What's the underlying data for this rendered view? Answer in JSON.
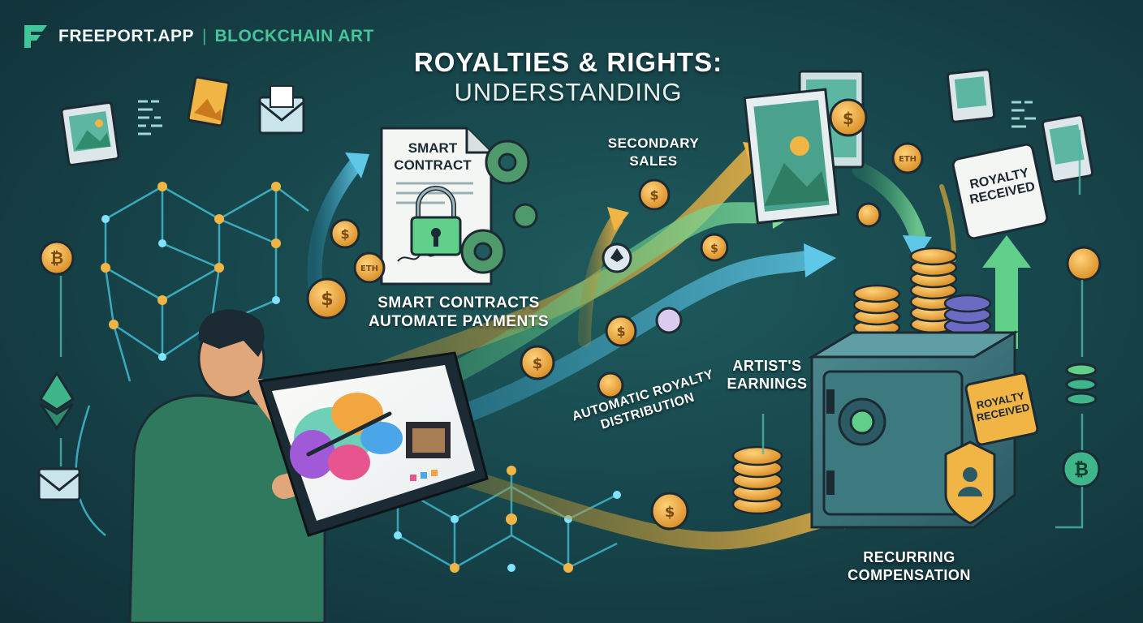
{
  "brand": {
    "name": "FREEPORT.APP",
    "separator": "|",
    "tagline": "BLOCKCHAIN ART"
  },
  "title": {
    "line1": "ROYALTIES & RIGHTS:",
    "line2": "UNDERSTANDING"
  },
  "smart_contract_document": {
    "heading": "SMART CONTRACT"
  },
  "labels": {
    "smart_contracts": "SMART CONTRACTS AUTOMATE PAYMENTS",
    "secondary_sales": "SECONDARY SALES",
    "artists_earnings": "ARTIST'S EARNINGS",
    "automatic_distribution": "AUTOMATIC ROYALTY DISTRIBUTION",
    "recurring": "RECURRING COMPENSATION"
  },
  "badges": {
    "royalty_top": "ROYALTY RECEIVED",
    "royalty_vault": "ROYALTY RECEIVED"
  },
  "coins": {
    "eth_label": "ETH",
    "dollar_symbol": "$"
  },
  "colors": {
    "background": "#17474c",
    "accent_green": "#48c39a",
    "coin_gold": "#e8a33d",
    "arrow_blue": "#4fb6d9",
    "arrow_green": "#5fcf8a"
  },
  "icons": [
    "freeport-logo",
    "smart-contract-document",
    "padlock-icon",
    "gear-icon",
    "blockchain-network",
    "artist-with-tablet",
    "vault-safe",
    "coin-stack",
    "image-frame-icon",
    "envelope-icon",
    "bitcoin-icon",
    "ethereum-icon",
    "shield-icon"
  ]
}
